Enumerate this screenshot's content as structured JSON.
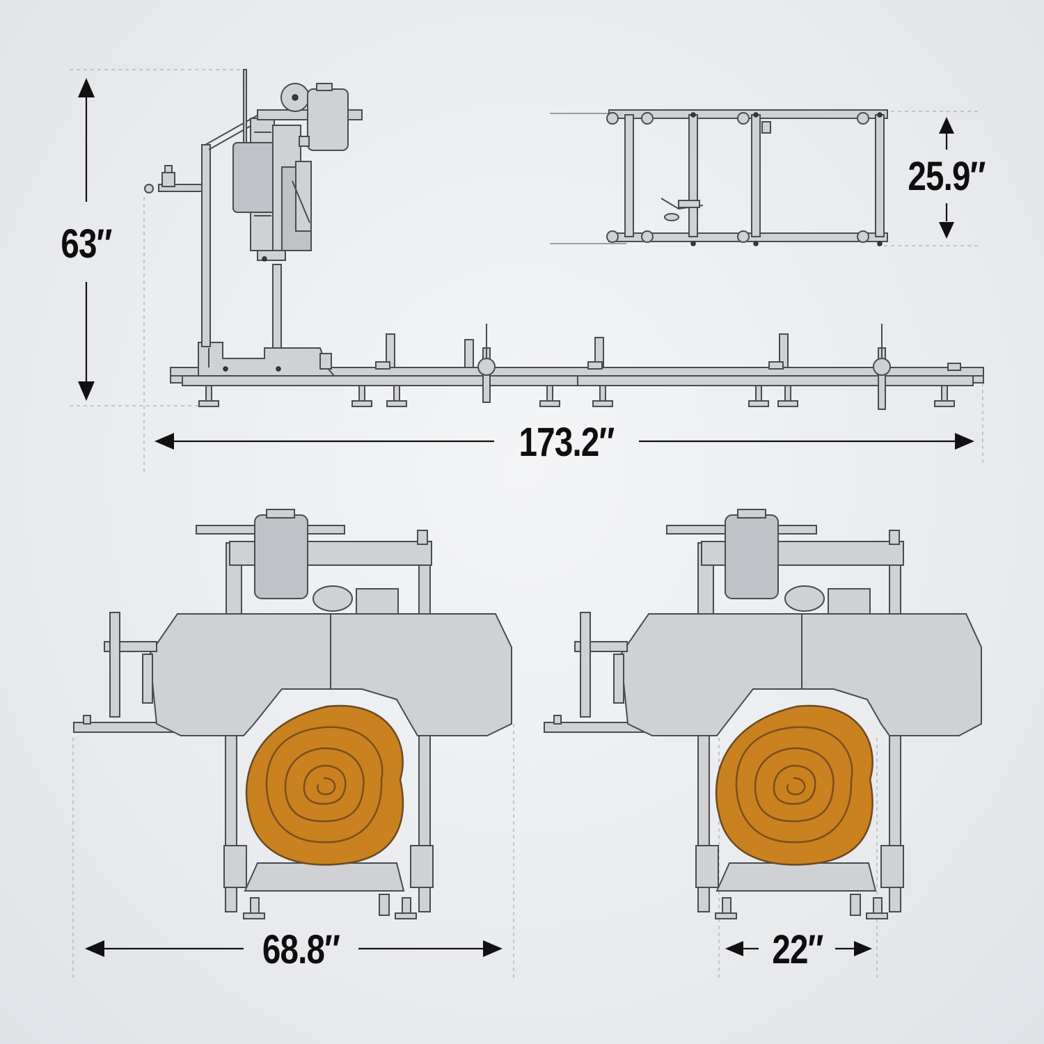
{
  "dimensions": {
    "height": "63″",
    "overall_length": "173.2″",
    "track_width": "25.9″",
    "machine_width": "68.8″",
    "max_log_diameter": "22″"
  },
  "colors": {
    "background": "#e9ebee",
    "metal": "#cfd1d4",
    "outline": "#4a4b4e",
    "log": "#c9821f",
    "text": "#0e0e0e"
  }
}
